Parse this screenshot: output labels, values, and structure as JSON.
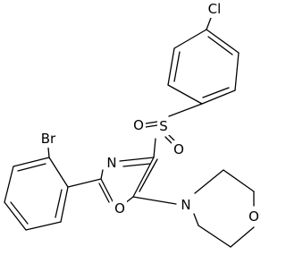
{
  "figure": {
    "type": "chemical-structure",
    "background_color": "#ffffff",
    "line_color": "#000000"
  },
  "atoms": {
    "cl": "Cl",
    "s": "S",
    "o_sulfonyl_left": "O",
    "o_sulfonyl_right": "O",
    "n_oxazole": "N",
    "o_oxazole": "O",
    "br": "Br",
    "n_morpholine": "N",
    "o_morpholine": "O"
  }
}
